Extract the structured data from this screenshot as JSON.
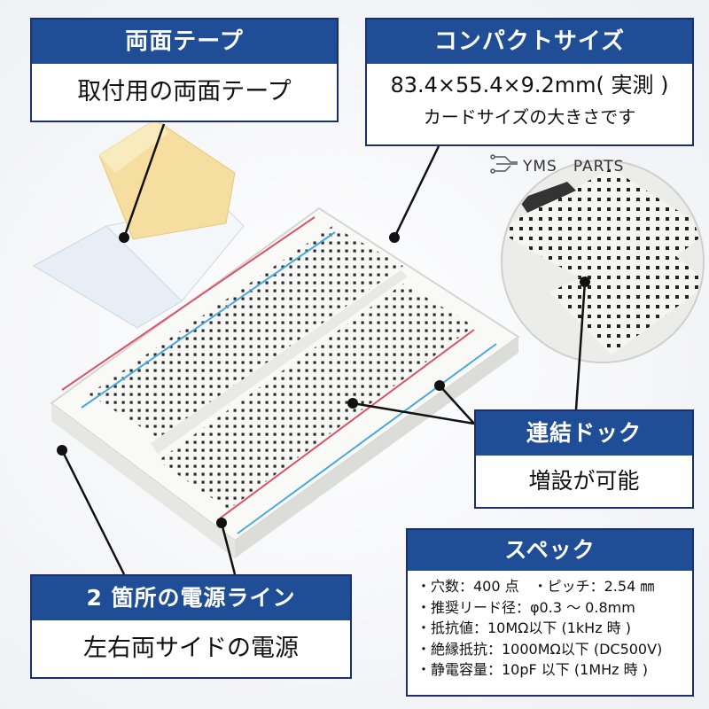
{
  "callouts": {
    "tape": {
      "title": "両面テープ",
      "text": "取付用の両面テープ"
    },
    "size": {
      "title": "コンパクトサイズ",
      "line1": "83.4×55.4×9.2mm( 実測 )",
      "line2": "カードサイズの大きさです"
    },
    "dock": {
      "title": "連結ドック",
      "text": "増設が可能"
    },
    "power": {
      "title": "2 箇所の電源ライン",
      "text": "左右両サイドの電源"
    },
    "spec": {
      "title": "スペック",
      "items": [
        "・穴数：400 点　・ピッチ：2.54 ㎜",
        "・推奨リード径：φ0.3 ～ 0.8mm",
        "・抵抗値：10MΩ以下 (1kHz 時 )",
        "・絶縁抵抗：1000MΩ以下 (DC500V)",
        "・静電容量：10pF 以下 (1MHz 時 )"
      ]
    }
  },
  "brand": "YMS　PARTS",
  "colors": {
    "header_bg": "#1f4e96",
    "border": "#1a2f6b",
    "rail_red": "#d9546a",
    "rail_blue": "#4aa8dc"
  },
  "icons": [
    "circuit-logo-icon"
  ]
}
